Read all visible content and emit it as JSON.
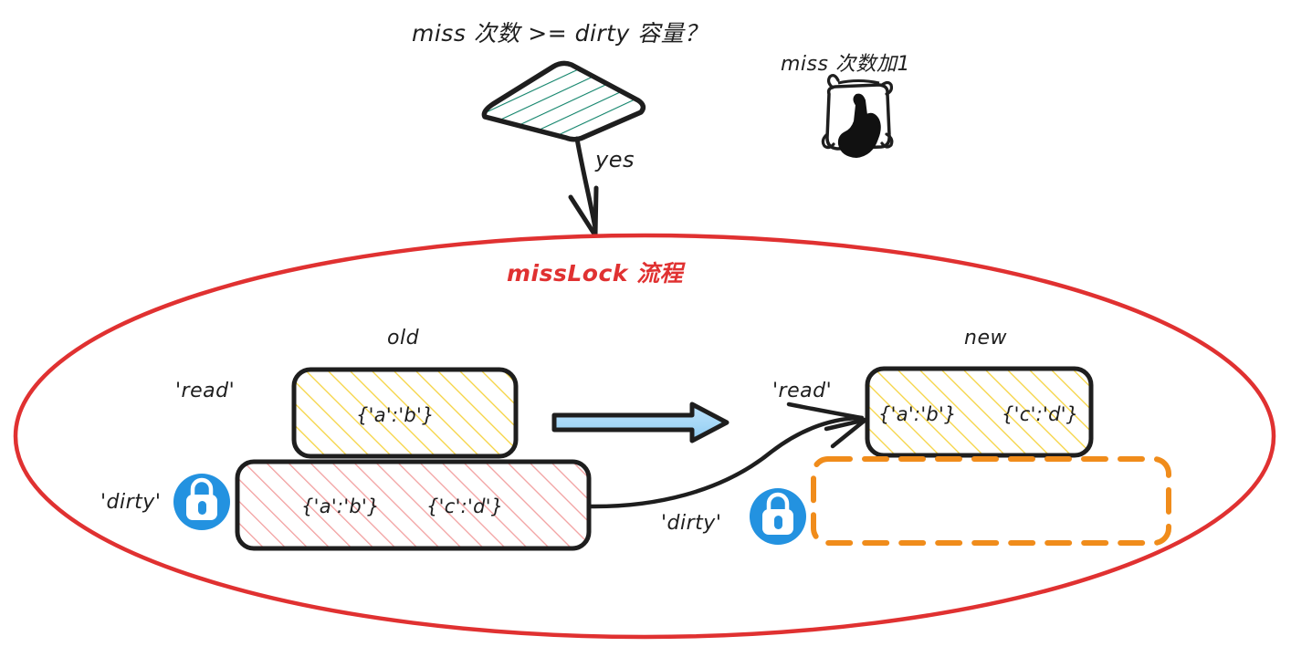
{
  "diagram": {
    "title": "missLock 流程",
    "title_color": "#e03131",
    "background": "#ffffff"
  },
  "decision": {
    "label": "miss 次数 >= dirty 容量？",
    "shape": "diamond",
    "hatch_color": "#10836a",
    "stroke_color": "#1e1e1e",
    "branch_label": "yes"
  },
  "counter_note": {
    "label": "miss 次数加1",
    "icon": "hand-pointer-icon"
  },
  "old_group": {
    "label": "old",
    "read_row": {
      "label": "'read'",
      "hatch_color": "#f5d33f",
      "cells": [
        "{'a':'b'}"
      ]
    },
    "dirty_row": {
      "label": "'dirty'",
      "hatch_color": "#f2a0a0",
      "locked": true,
      "lock_icon": "lock-closed-icon",
      "lock_color": "#2392e0",
      "cells": [
        "{'a':'b'}",
        "{'c':'d'}"
      ]
    }
  },
  "new_group": {
    "label": "new",
    "read_row": {
      "label": "'read'",
      "hatch_color": "#f5d33f",
      "cells": [
        "{'a':'b'}",
        "{'c':'d'}"
      ]
    },
    "dirty_row": {
      "label": "'dirty'",
      "border_color": "#f08c1b",
      "border_style": "dashed",
      "locked": true,
      "lock_icon": "lock-closed-icon",
      "lock_color": "#2392e0",
      "cells": []
    }
  },
  "transition_arrow": {
    "name": "block-arrow-right",
    "fill": "#a6d8f7",
    "stroke": "#1e1e1e"
  },
  "dirty_migration_line": {
    "name": "dirty-to-read-curve",
    "stroke": "#1e1e1e"
  }
}
